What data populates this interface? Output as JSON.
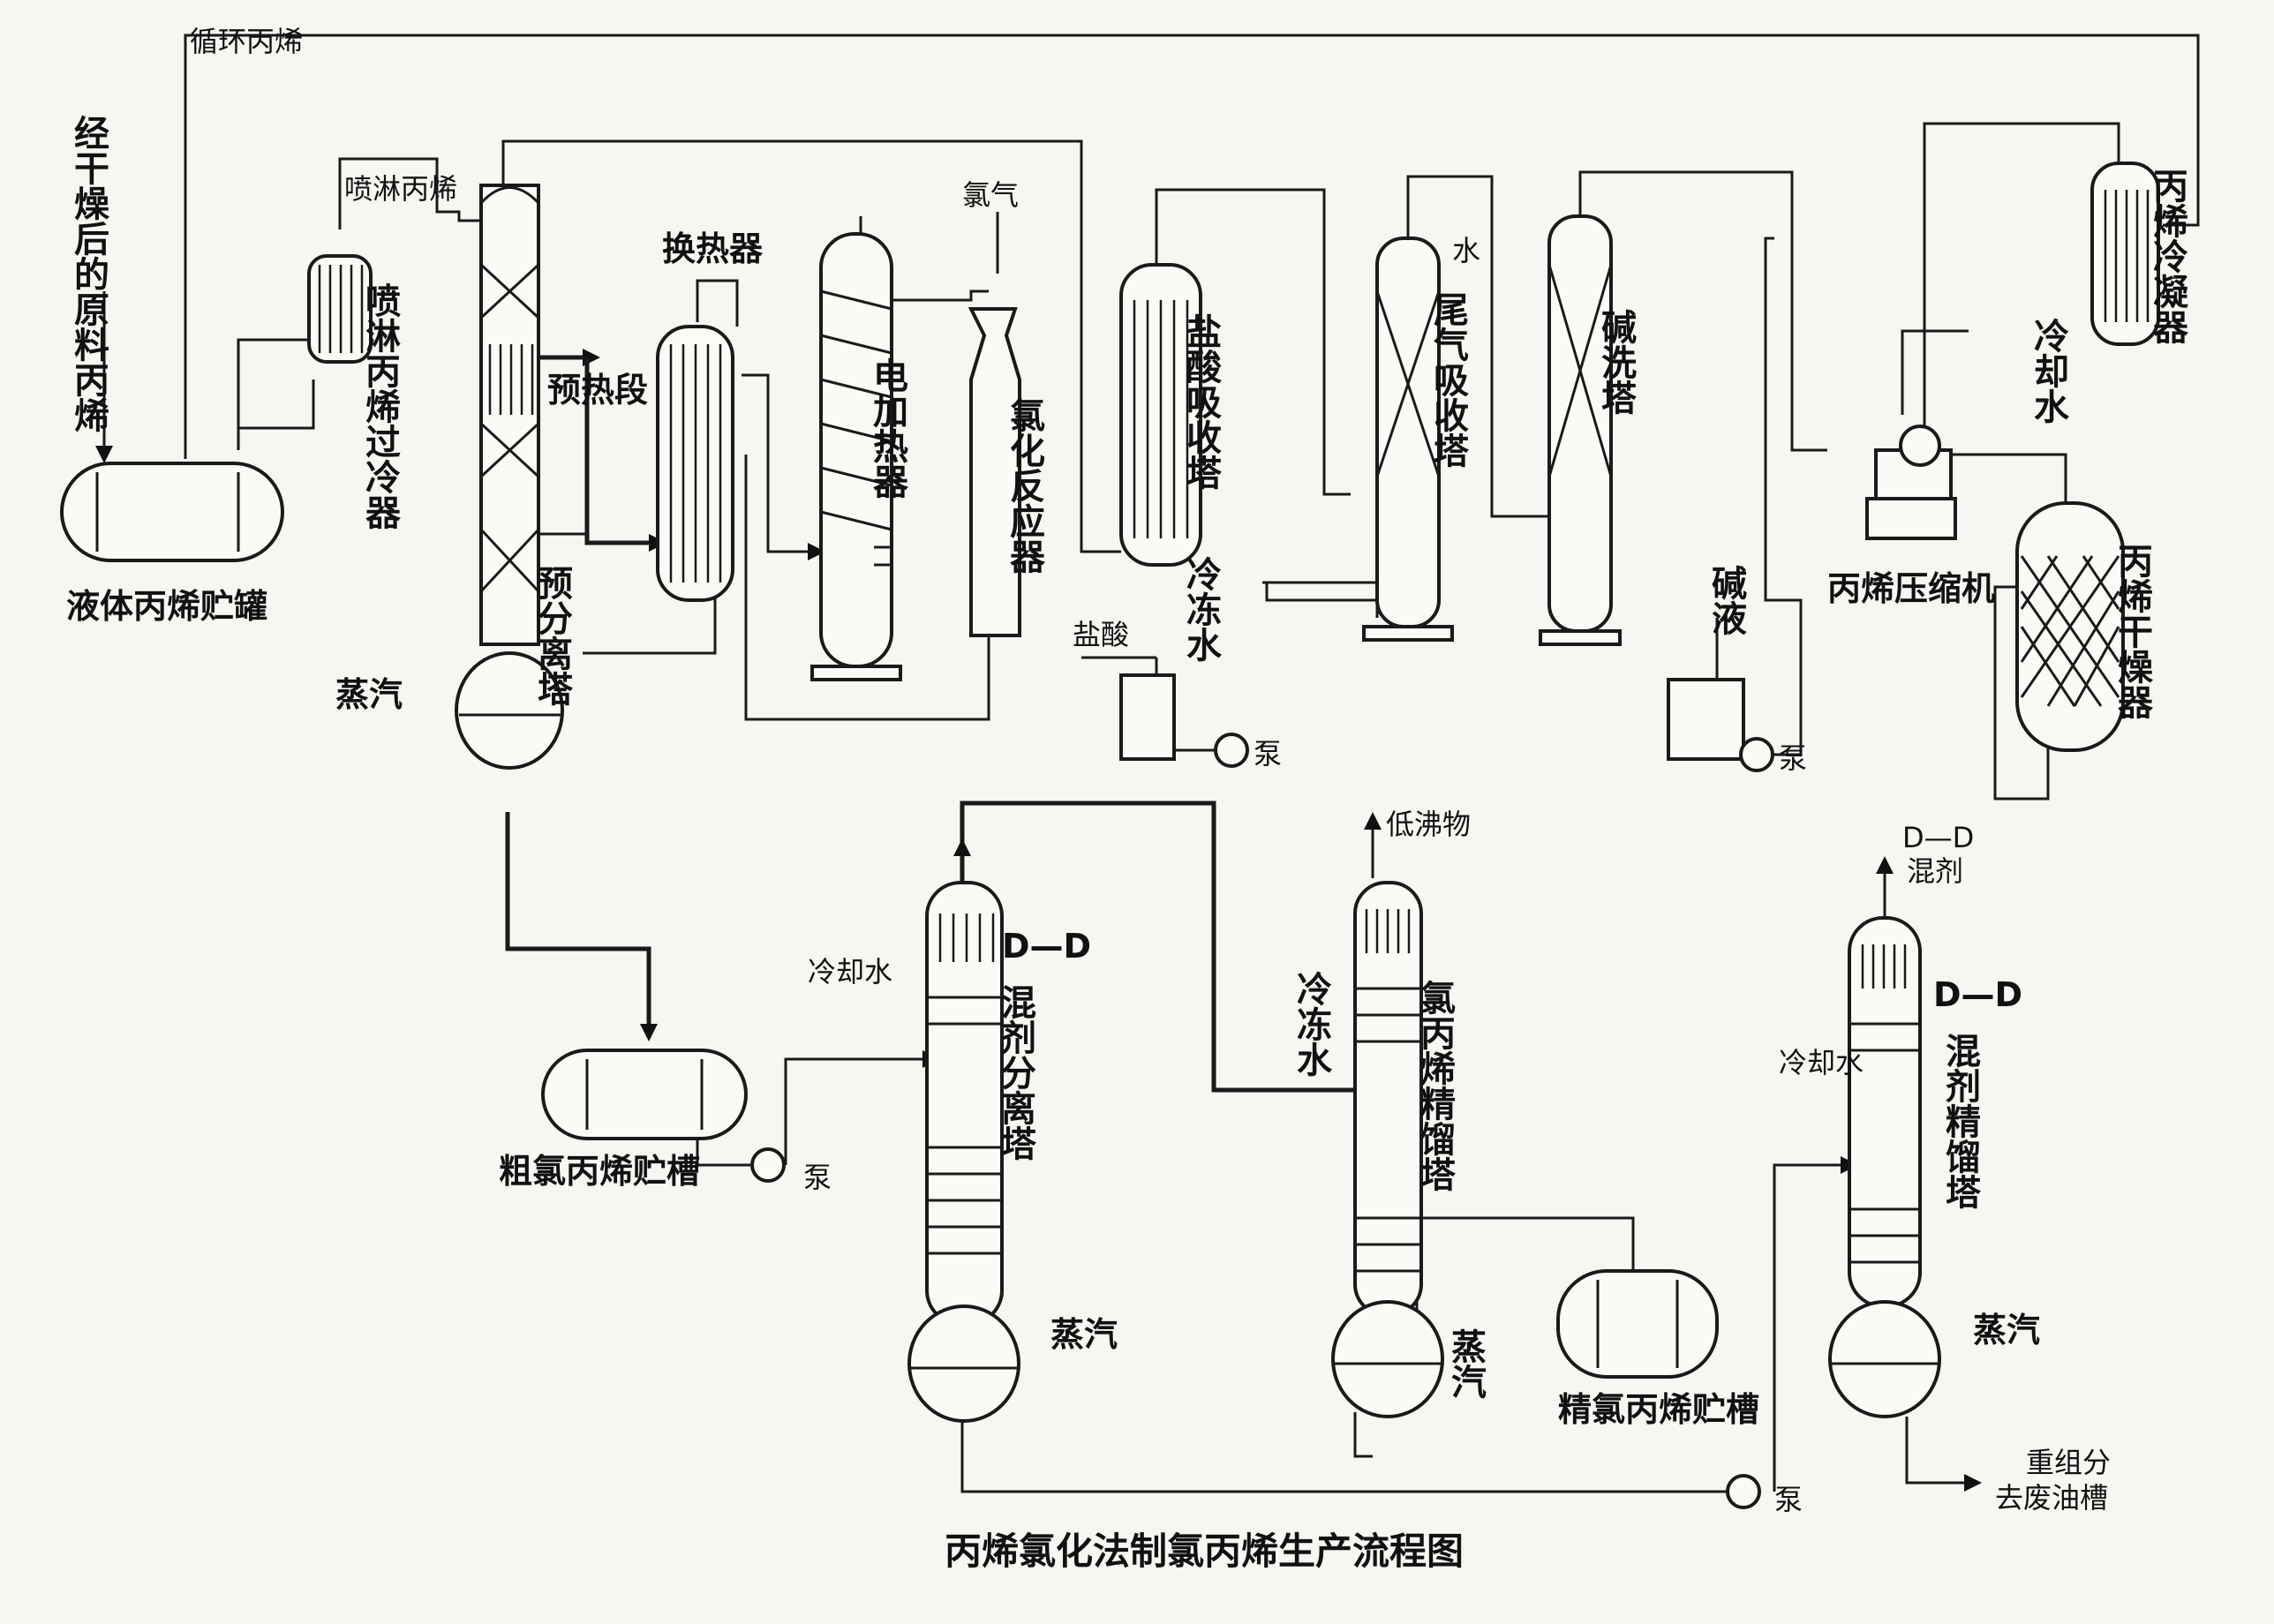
{
  "title": "丙烯氯化法制氯丙烯生产流程图",
  "streams": {
    "recycle_propylene": "循环丙烯",
    "raw_propylene": "经干燥后的原料丙烯",
    "spray_propylene": "喷淋丙烯",
    "chlorine": "氯气",
    "water": "水",
    "hcl_out": "盐酸",
    "alkali": "碱液",
    "frozen_water_1": "冷冻水",
    "cooling_water_1": "冷却水",
    "steam_1": "蒸汽",
    "low_boilers": "低沸物",
    "cooling_water_2": "冷却水",
    "frozen_water_2": "冷冻水",
    "cooling_water_3": "冷却水",
    "steam_2": "蒸汽",
    "steam_3": "蒸汽",
    "steam_4": "蒸汽",
    "dd_out_1": "D—D",
    "dd_out_2": "混剂",
    "dd_label_3": "D—D",
    "dd_label_4": "D—D",
    "heavy_1": "重组分",
    "heavy_2": "去废油槽"
  },
  "equipment": {
    "liquid_tank": "液体丙烯贮罐",
    "subcooler": "喷淋丙烯过冷器",
    "preheat": "预热段",
    "preseparator": "预分离塔",
    "heat_exchanger": "换热器",
    "electric_heater": "电加热器",
    "reactor": "氯化反应器",
    "hcl_absorber": "盐酸吸收塔",
    "tail_absorber": "尾气吸收塔",
    "caustic_wash": "碱洗塔",
    "condenser": "丙烯冷凝器",
    "compressor": "丙烯压缩机",
    "dryer": "丙烯干燥器",
    "crude_tank": "粗氯丙烯贮槽",
    "dd_separator": "混剂分离塔",
    "rectifier": "氯丙烯精馏塔",
    "pure_tank": "精氯丙烯贮槽",
    "dd_rectifier": "混剂精馏塔",
    "pump_1": "泵",
    "pump_2": "泵",
    "pump_3": "泵",
    "pump_4": "泵"
  }
}
